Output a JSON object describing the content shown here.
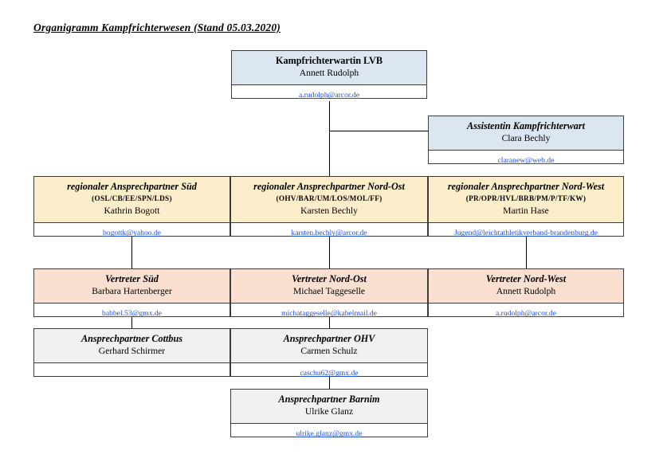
{
  "document": {
    "title": "Organigramm Kampfrichterwesen (Stand 05.03.2020)"
  },
  "colors": {
    "top_fill": "#dce6f1",
    "regional_fill": "#fdeecb",
    "deputy_fill": "#fbe0d2",
    "contact_fill": "#f1f1f1",
    "link": "#1f4fd8",
    "border": "#3c3c3c"
  },
  "nodes": {
    "head": {
      "role": "Kampfrichterwartin LVB",
      "person": "Annett Rudolph",
      "email": "a.rudolph@arcor.de"
    },
    "assistant": {
      "role": "Assistentin Kampfrichterwart",
      "person": "Clara Bechly",
      "email": "claranew@web.de"
    },
    "regional_sued": {
      "role": "regionaler Ansprechpartner Süd",
      "codes": "(OSL/CB/EE/SPN/LDS)",
      "person": "Kathrin Bogott",
      "email": "bogottk@yahoo.de"
    },
    "regional_nordost": {
      "role": "regionaler Ansprechpartner Nord-Ost",
      "codes": "(OHV/BAR/UM/LOS/MOL/FF)",
      "person": "Karsten Bechly",
      "email": "karsten.bechly@arcor.de"
    },
    "regional_nordwest": {
      "role": "regionaler Ansprechpartner Nord-West",
      "codes": "(PR/OPR/HVL/BRB/PM/P/TF/KW)",
      "person": "Martin Hase",
      "email": "Jugend@leichtathletikverband-brandenburg.de"
    },
    "vertreter_sued": {
      "role": "Vertreter Süd",
      "person": "Barbara Hartenberger",
      "email": "babbel.53@gmx.de"
    },
    "vertreter_nordost": {
      "role": "Vertreter Nord-Ost",
      "person": "Michael Taggeselle",
      "email": "michataggeselle@kabelmail.de"
    },
    "vertreter_nordwest": {
      "role": "Vertreter Nord-West",
      "person": "Annett Rudolph",
      "email": "a.rudolph@arcor.de"
    },
    "contact_cottbus": {
      "role": "Ansprechpartner Cottbus",
      "person": "Gerhard Schirmer",
      "email": ""
    },
    "contact_ohv": {
      "role": "Ansprechpartner OHV",
      "person": "Carmen Schulz",
      "email": "caschu62@gmx.de"
    },
    "contact_barnim": {
      "role": "Ansprechpartner Barnim",
      "person": "Ulrike Glanz",
      "email": "ulrike.glanz@gmx.de"
    }
  }
}
